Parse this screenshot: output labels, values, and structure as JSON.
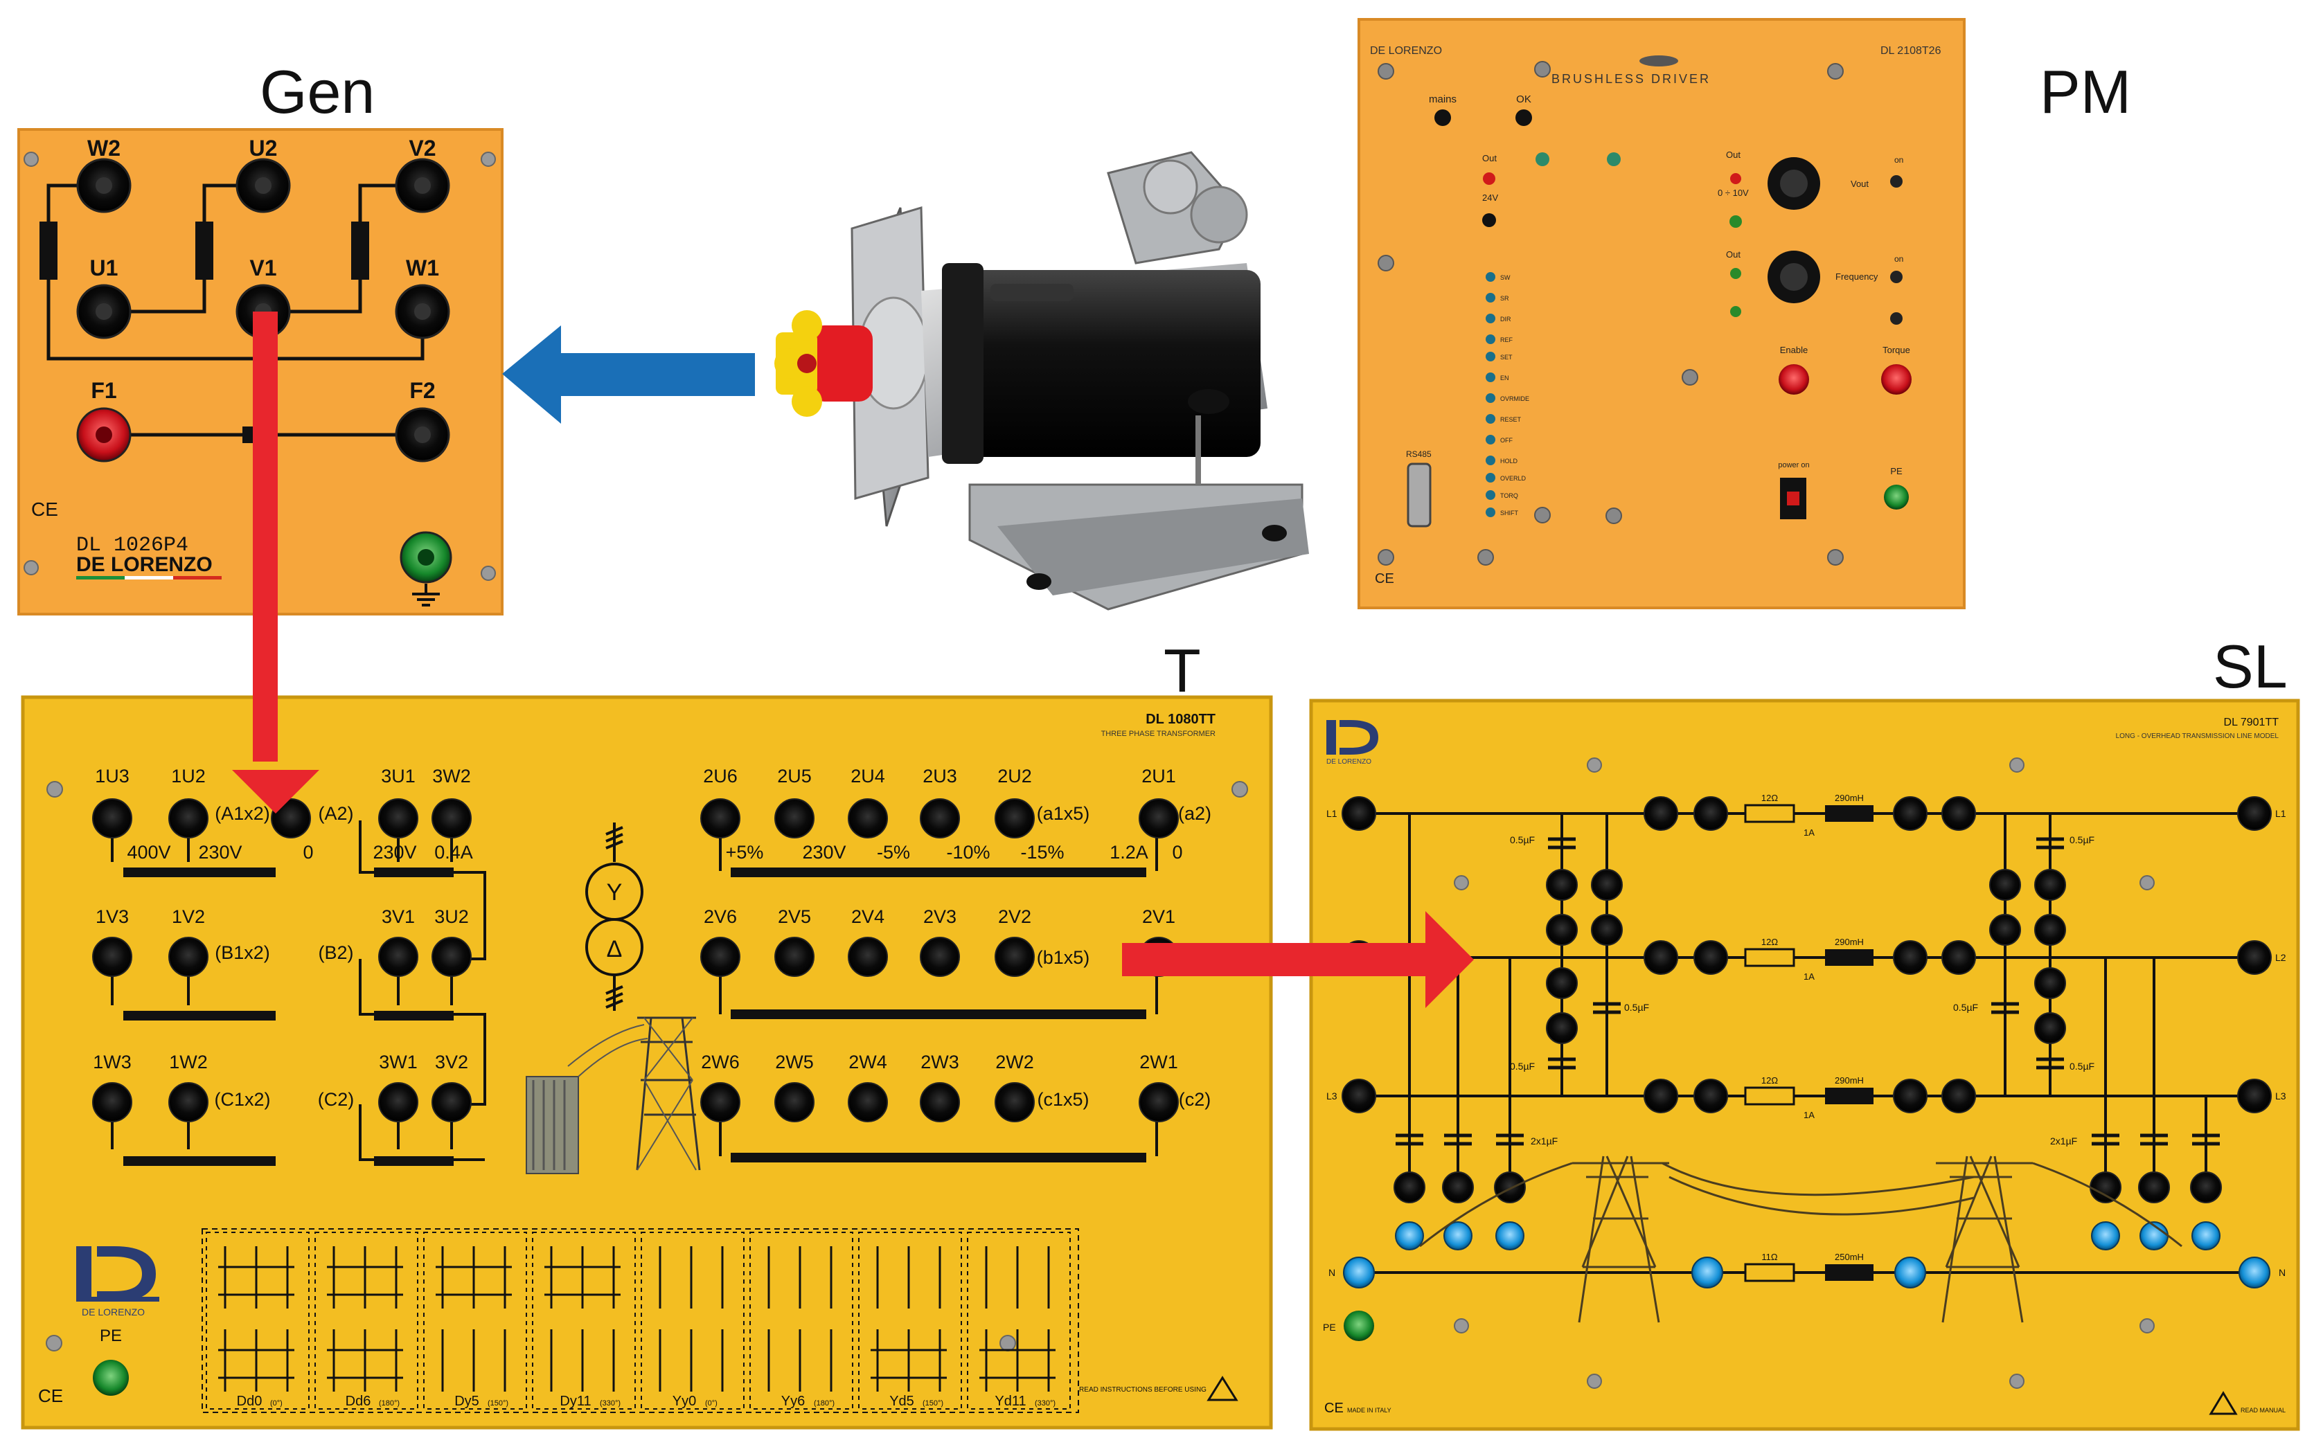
{
  "labels": {
    "gen": "Gen",
    "pm": "PM",
    "t": "T",
    "sl": "SL"
  },
  "gen": {
    "top": [
      "W2",
      "U2",
      "V2"
    ],
    "mid": [
      "U1",
      "V1",
      "W1"
    ],
    "field": [
      "F1",
      "F2"
    ],
    "model": "DL 1026P4",
    "brand": "DE LORENZO",
    "ce": "CE"
  },
  "pm": {
    "brand": "DE LORENZO",
    "model": "DL 2108T26",
    "title": "BRUSHLESS DRIVER",
    "mains": "mains",
    "ok": "OK",
    "out1": "Out",
    "v24": "24V",
    "out2": "Out",
    "v010": "0 ÷ 10V",
    "out3": "Out",
    "knob1": "Vout",
    "knob2": "Frequency",
    "enable": "Enable",
    "torque": "Torque",
    "rs485": "RS485",
    "power": "power on",
    "pe": "PE",
    "on1": "on",
    "on2": "on",
    "ce": "CE",
    "dip": [
      "SW",
      "SR",
      "DIR",
      "REF",
      "SET",
      "EN",
      "OVRMIDE",
      "RESET",
      "OFF",
      "HOLD",
      "OVERLD",
      "TORQ",
      "SHIFT"
    ]
  },
  "t": {
    "model": "DL 1080TT",
    "subtitle": "THREE PHASE TRANSFORMER",
    "row1": [
      "1U3",
      "1U2",
      "(A1x2)",
      "(A2)",
      "3U1",
      "3W2"
    ],
    "row1v": [
      "400V",
      "230V",
      "0",
      "230V",
      "0.4A"
    ],
    "row2": [
      "1V3",
      "1V2",
      "(B1x2)",
      "(B2)",
      "3V1",
      "3U2"
    ],
    "row3": [
      "1W3",
      "1W2",
      "(C1x2)",
      "(C2)",
      "3W1",
      "3V2"
    ],
    "sec1": [
      "2U6",
      "2U5",
      "2U4",
      "2U3",
      "2U2",
      "2U1"
    ],
    "sec1x": [
      "(a1x5)",
      "(a2)"
    ],
    "sec1v": [
      "+5%",
      "230V",
      "-5%",
      "-10%",
      "-15%",
      "1.2A",
      "0"
    ],
    "sec2": [
      "2V6",
      "2V5",
      "2V4",
      "2V3",
      "2V2",
      "2V1"
    ],
    "sec2x": "(b1x5)",
    "sec3": [
      "2W6",
      "2W5",
      "2W4",
      "2W3",
      "2W2",
      "2W1"
    ],
    "sec3x": [
      "(c1x5)",
      "(c2)"
    ],
    "sym_y": "Y",
    "sym_d": "Δ",
    "brand": "DE LORENZO",
    "pe": "PE",
    "ce": "CE",
    "groups": [
      "Dd0",
      "Dd6",
      "Dy5",
      "Dy11",
      "Yy0",
      "Yy6",
      "Yd5",
      "Yd11"
    ],
    "groups_deg": [
      "(0°)",
      "(180°)",
      "(150°)",
      "(330°)",
      "(0°)",
      "(180°)",
      "(150°)",
      "(330°)"
    ],
    "read": "READ INSTRUCTIONS BEFORE USING"
  },
  "sl": {
    "model": "DL 7901TT",
    "subtitle": "LONG - OVERHEAD TRANSMISSION LINE MODEL",
    "brand": "DE LORENZO",
    "L1": "L1",
    "L2": "L2",
    "L3": "L3",
    "N": "N",
    "PE": "PE",
    "r": "12Ω",
    "l": "290mH",
    "a": "1A",
    "rn": "11Ω",
    "ln": "250mH",
    "c05": "0.5µF",
    "c2": "2x1µF",
    "ce": "CE",
    "made": "MADE IN ITALY",
    "read": "READ MANUAL"
  },
  "arrows": {
    "blue": "#1a6fb7",
    "red": "#e8262d",
    "panel_orange": "#f4a53a",
    "panel_yellow": "#f2be20"
  }
}
